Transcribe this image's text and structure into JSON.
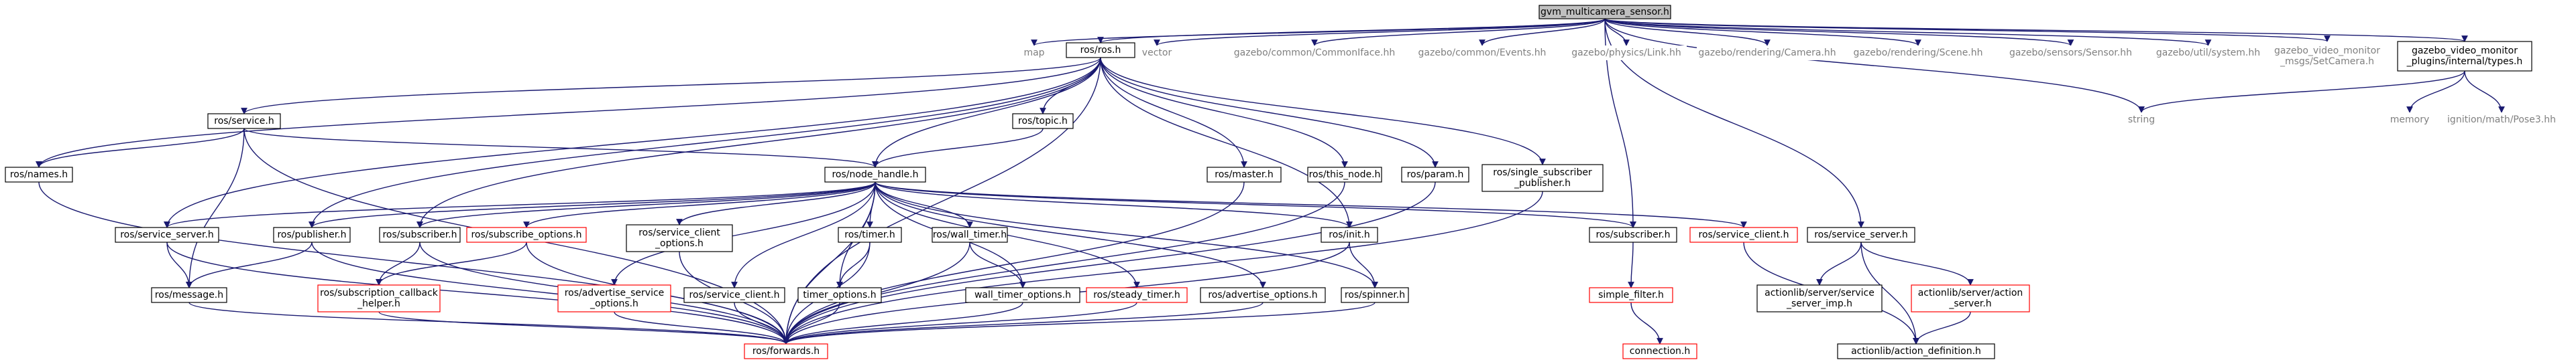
{
  "diagram": {
    "colors": {
      "edge": "#191970",
      "edge_dim": "#6f79a8",
      "box_normal": "#000000",
      "box_red": "#ff0000",
      "text_gray": "#7f7f7f",
      "root_fill": "#bfbfbf",
      "background": "#ffffff"
    },
    "nodes": [
      {
        "id": "root",
        "lines": [
          "gvm_multicamera_sensor.h"
        ],
        "style": "root"
      },
      {
        "id": "map",
        "lines": [
          "map"
        ],
        "style": "plain"
      },
      {
        "id": "ros_ros",
        "lines": [
          "ros/ros.h"
        ],
        "style": "box"
      },
      {
        "id": "vector",
        "lines": [
          "vector"
        ],
        "style": "plain"
      },
      {
        "id": "gz_commoniface",
        "lines": [
          "gazebo/common/CommonIface.hh"
        ],
        "style": "plain"
      },
      {
        "id": "gz_events",
        "lines": [
          "gazebo/common/Events.hh"
        ],
        "style": "plain"
      },
      {
        "id": "gz_link",
        "lines": [
          "gazebo/physics/Link.hh"
        ],
        "style": "plain"
      },
      {
        "id": "gz_camera",
        "lines": [
          "gazebo/rendering/Camera.hh"
        ],
        "style": "plain"
      },
      {
        "id": "gz_scene",
        "lines": [
          "gazebo/rendering/Scene.hh"
        ],
        "style": "plain"
      },
      {
        "id": "gz_sensor",
        "lines": [
          "gazebo/sensors/Sensor.hh"
        ],
        "style": "plain"
      },
      {
        "id": "gz_system",
        "lines": [
          "gazebo/util/system.hh"
        ],
        "style": "plain"
      },
      {
        "id": "gvm_setcam",
        "lines": [
          "gazebo_video_monitor",
          "_msgs/SetCamera.h"
        ],
        "style": "plain"
      },
      {
        "id": "gvm_types",
        "lines": [
          "gazebo_video_monitor",
          "_plugins/internal/types.h"
        ],
        "style": "box"
      },
      {
        "id": "string",
        "lines": [
          "string"
        ],
        "style": "plain"
      },
      {
        "id": "memory",
        "lines": [
          "memory"
        ],
        "style": "plain"
      },
      {
        "id": "pose3",
        "lines": [
          "ignition/math/Pose3.hh"
        ],
        "style": "plain"
      },
      {
        "id": "ros_service",
        "lines": [
          "ros/service.h"
        ],
        "style": "box"
      },
      {
        "id": "ros_topic",
        "lines": [
          "ros/topic.h"
        ],
        "style": "box"
      },
      {
        "id": "ros_names",
        "lines": [
          "ros/names.h"
        ],
        "style": "box"
      },
      {
        "id": "ros_node_handle",
        "lines": [
          "ros/node_handle.h"
        ],
        "style": "box"
      },
      {
        "id": "ros_master",
        "lines": [
          "ros/master.h"
        ],
        "style": "box"
      },
      {
        "id": "ros_this_node",
        "lines": [
          "ros/this_node.h"
        ],
        "style": "box"
      },
      {
        "id": "ros_param",
        "lines": [
          "ros/param.h"
        ],
        "style": "box"
      },
      {
        "id": "ros_ssp",
        "lines": [
          "ros/single_subscriber",
          "_publisher.h"
        ],
        "style": "box"
      },
      {
        "id": "ros_service_server",
        "lines": [
          "ros/service_server.h"
        ],
        "style": "box"
      },
      {
        "id": "ros_publisher",
        "lines": [
          "ros/publisher.h"
        ],
        "style": "box"
      },
      {
        "id": "ros_subscriber",
        "lines": [
          "ros/subscriber.h"
        ],
        "style": "box"
      },
      {
        "id": "ros_subscribe_options",
        "lines": [
          "ros/subscribe_options.h"
        ],
        "style": "red"
      },
      {
        "id": "ros_service_client_options",
        "lines": [
          "ros/service_client",
          "_options.h"
        ],
        "style": "box"
      },
      {
        "id": "ros_timer",
        "lines": [
          "ros/timer.h"
        ],
        "style": "box"
      },
      {
        "id": "ros_wall_timer",
        "lines": [
          "ros/wall_timer.h"
        ],
        "style": "box"
      },
      {
        "id": "ros_init",
        "lines": [
          "ros/init.h"
        ],
        "style": "box"
      },
      {
        "id": "ros_subscriber2",
        "lines": [
          "ros/subscriber.h"
        ],
        "style": "box"
      },
      {
        "id": "ros_service_client",
        "lines": [
          "ros/service_client.h"
        ],
        "style": "red"
      },
      {
        "id": "ros_service_server2",
        "lines": [
          "ros/service_server.h"
        ],
        "style": "box"
      },
      {
        "id": "ros_message",
        "lines": [
          "ros/message.h"
        ],
        "style": "box"
      },
      {
        "id": "ros_sub_cb_helper",
        "lines": [
          "ros/subscription_callback",
          "_helper.h"
        ],
        "style": "red"
      },
      {
        "id": "ros_adv_srv_opts",
        "lines": [
          "ros/advertise_service",
          "_options.h"
        ],
        "style": "red"
      },
      {
        "id": "ros_service_client_h",
        "lines": [
          "ros/service_client.h"
        ],
        "style": "box"
      },
      {
        "id": "ros_timer_options",
        "lines": [
          "timer_options.h"
        ],
        "style": "box"
      },
      {
        "id": "ros_wall_timer_options",
        "lines": [
          "wall_timer_options.h"
        ],
        "style": "box"
      },
      {
        "id": "ros_steady_timer",
        "lines": [
          "ros/steady_timer.h"
        ],
        "style": "red"
      },
      {
        "id": "ros_advertise_options",
        "lines": [
          "ros/advertise_options.h"
        ],
        "style": "box"
      },
      {
        "id": "ros_spinner",
        "lines": [
          "ros/spinner.h"
        ],
        "style": "box"
      },
      {
        "id": "simple_filter",
        "lines": [
          "simple_filter.h"
        ],
        "style": "red"
      },
      {
        "id": "al_srv_imp",
        "lines": [
          "actionlib/server/service",
          "_server_imp.h"
        ],
        "style": "box"
      },
      {
        "id": "al_action_server",
        "lines": [
          "actionlib/server/action",
          "_server.h"
        ],
        "style": "red"
      },
      {
        "id": "ros_forwards",
        "lines": [
          "ros/forwards.h"
        ],
        "style": "red"
      },
      {
        "id": "connection",
        "lines": [
          "connection.h"
        ],
        "style": "red"
      },
      {
        "id": "al_action_def",
        "lines": [
          "actionlib/action_definition.h"
        ],
        "style": "box"
      }
    ],
    "edges": [
      [
        "root",
        "map"
      ],
      [
        "root",
        "ros_ros"
      ],
      [
        "root",
        "vector"
      ],
      [
        "root",
        "gz_commoniface"
      ],
      [
        "root",
        "gz_events"
      ],
      [
        "root",
        "gz_link"
      ],
      [
        "root",
        "gz_camera"
      ],
      [
        "root",
        "gz_scene"
      ],
      [
        "root",
        "gz_sensor"
      ],
      [
        "root",
        "gz_system"
      ],
      [
        "root",
        "gvm_setcam"
      ],
      [
        "root",
        "gvm_types"
      ],
      [
        "root",
        "string"
      ],
      [
        "root",
        "ros_subscriber2"
      ],
      [
        "root",
        "ros_service_server2"
      ],
      [
        "gvm_types",
        "string"
      ],
      [
        "gvm_types",
        "memory"
      ],
      [
        "gvm_types",
        "pose3"
      ],
      [
        "ros_ros",
        "ros_service"
      ],
      [
        "ros_ros",
        "ros_topic"
      ],
      [
        "ros_ros",
        "ros_names"
      ],
      [
        "ros_ros",
        "ros_node_handle"
      ],
      [
        "ros_ros",
        "ros_master"
      ],
      [
        "ros_ros",
        "ros_this_node"
      ],
      [
        "ros_ros",
        "ros_param"
      ],
      [
        "ros_ros",
        "ros_ssp"
      ],
      [
        "ros_ros",
        "ros_service_server"
      ],
      [
        "ros_ros",
        "ros_publisher"
      ],
      [
        "ros_ros",
        "ros_subscriber"
      ],
      [
        "ros_ros",
        "ros_init"
      ],
      [
        "ros_ros",
        "ros_forwards"
      ],
      [
        "ros_service",
        "ros_names"
      ],
      [
        "ros_service",
        "ros_node_handle"
      ],
      [
        "ros_service",
        "ros_message"
      ],
      [
        "ros_service",
        "ros_forwards"
      ],
      [
        "ros_topic",
        "ros_node_handle"
      ],
      [
        "ros_names",
        "ros_forwards"
      ],
      [
        "ros_node_handle",
        "ros_service_server"
      ],
      [
        "ros_node_handle",
        "ros_publisher"
      ],
      [
        "ros_node_handle",
        "ros_subscriber"
      ],
      [
        "ros_node_handle",
        "ros_subscribe_options"
      ],
      [
        "ros_node_handle",
        "ros_service_client_options"
      ],
      [
        "ros_node_handle",
        "ros_timer"
      ],
      [
        "ros_node_handle",
        "ros_wall_timer"
      ],
      [
        "ros_node_handle",
        "ros_init"
      ],
      [
        "ros_node_handle",
        "ros_subscriber2"
      ],
      [
        "ros_node_handle",
        "ros_service_client"
      ],
      [
        "ros_node_handle",
        "ros_adv_srv_opts"
      ],
      [
        "ros_node_handle",
        "ros_service_client_h"
      ],
      [
        "ros_node_handle",
        "ros_timer_options"
      ],
      [
        "ros_node_handle",
        "ros_wall_timer_options"
      ],
      [
        "ros_node_handle",
        "ros_steady_timer"
      ],
      [
        "ros_node_handle",
        "ros_advertise_options"
      ],
      [
        "ros_node_handle",
        "ros_spinner"
      ],
      [
        "ros_node_handle",
        "ros_forwards"
      ],
      [
        "ros_master",
        "ros_forwards"
      ],
      [
        "ros_this_node",
        "ros_forwards"
      ],
      [
        "ros_param",
        "ros_forwards"
      ],
      [
        "ros_ssp",
        "ros_forwards"
      ],
      [
        "ros_service_server",
        "ros_message"
      ],
      [
        "ros_service_server",
        "ros_forwards"
      ],
      [
        "ros_publisher",
        "ros_message"
      ],
      [
        "ros_publisher",
        "ros_forwards"
      ],
      [
        "ros_subscriber",
        "ros_sub_cb_helper"
      ],
      [
        "ros_subscriber",
        "ros_forwards"
      ],
      [
        "ros_subscribe_options",
        "ros_sub_cb_helper"
      ],
      [
        "ros_subscribe_options",
        "ros_forwards"
      ],
      [
        "ros_service_client_options",
        "ros_forwards"
      ],
      [
        "ros_timer",
        "ros_timer_options"
      ],
      [
        "ros_timer",
        "ros_forwards"
      ],
      [
        "ros_wall_timer",
        "ros_wall_timer_options"
      ],
      [
        "ros_wall_timer",
        "ros_forwards"
      ],
      [
        "ros_init",
        "ros_spinner"
      ],
      [
        "ros_init",
        "ros_forwards"
      ],
      [
        "ros_subscriber2",
        "simple_filter"
      ],
      [
        "ros_service_client",
        "al_action_def"
      ],
      [
        "ros_service_server2",
        "al_srv_imp"
      ],
      [
        "ros_service_server2",
        "al_action_server"
      ],
      [
        "ros_service_server2",
        "al_action_def"
      ],
      [
        "ros_sub_cb_helper",
        "ros_forwards"
      ],
      [
        "ros_adv_srv_opts",
        "ros_forwards"
      ],
      [
        "ros_service_client_h",
        "ros_forwards"
      ],
      [
        "ros_timer_options",
        "ros_forwards"
      ],
      [
        "ros_wall_timer_options",
        "ros_forwards"
      ],
      [
        "ros_steady_timer",
        "ros_forwards"
      ],
      [
        "ros_advertise_options",
        "ros_forwards"
      ],
      [
        "ros_spinner",
        "ros_forwards"
      ],
      [
        "simple_filter",
        "connection"
      ],
      [
        "al_action_server",
        "al_action_def"
      ],
      [
        "ros_message",
        "ros_forwards"
      ]
    ]
  }
}
